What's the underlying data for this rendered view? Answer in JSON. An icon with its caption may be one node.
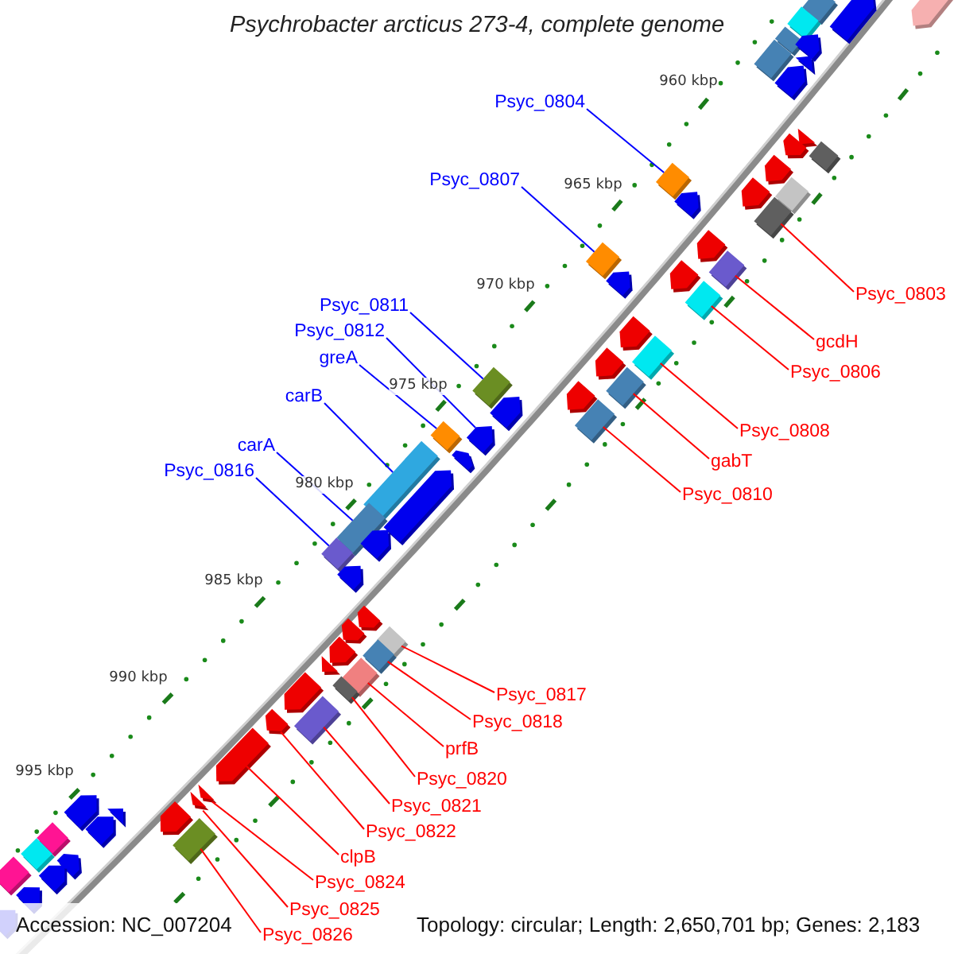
{
  "diagram": {
    "title": "Psychrobacter arcticus 273-4, complete genome",
    "nodes": [
      {
        "text": [
          "Psyc_0804"
        ]
      },
      {
        "text": [
          "Psyc_0807"
        ]
      },
      {
        "text": [
          "Psyc_0803"
        ]
      },
      {
        "text": [
          "Psyc_0811"
        ]
      },
      {
        "text": [
          "Psyc_0812"
        ]
      },
      {
        "text": [
          "gcdH"
        ]
      },
      {
        "text": [
          "greA"
        ]
      },
      {
        "text": [
          "Psyc_0806"
        ]
      },
      {
        "text": [
          "carB"
        ]
      },
      {
        "text": [
          "Psyc_0808"
        ]
      },
      {
        "text": [
          "carA"
        ]
      },
      {
        "text": [
          "gabT"
        ]
      },
      {
        "text": [
          "Psyc_0816"
        ]
      },
      {
        "text": [
          "Psyc_0810"
        ]
      },
      {
        "text": [
          "Psyc_0817"
        ]
      },
      {
        "text": [
          "Psyc_0818"
        ]
      },
      {
        "text": [
          "prfB"
        ]
      },
      {
        "text": [
          "Psyc_0820"
        ]
      },
      {
        "text": [
          "Psyc_0821"
        ]
      },
      {
        "text": [
          "Psyc_0822"
        ]
      },
      {
        "text": [
          "clpB"
        ]
      },
      {
        "text": [
          "Psyc_0824"
        ]
      },
      {
        "text": [
          "Psyc_0825"
        ]
      },
      {
        "text": [
          "Psyc_0826"
        ]
      },
      {
        "text": [],
        "shape": "box"
      },
      {
        "text": [],
        "shape": "box"
      },
      {
        "text": [],
        "shape": "box"
      },
      {
        "text": [],
        "shape": "box"
      },
      {
        "text": [],
        "shape": "pentagon"
      },
      {
        "text": [],
        "shape": "box"
      },
      {
        "text": [],
        "shape": "box"
      },
      {
        "text": [],
        "shape": "box"
      },
      {
        "text": [],
        "shape": "box"
      },
      {
        "text": [],
        "shape": "box"
      },
      {
        "text": [],
        "shape": "box"
      },
      {
        "text": [],
        "shape": "box"
      },
      {
        "text": [],
        "shape": "box"
      },
      {
        "text": [],
        "shape": "box"
      },
      {
        "text": [],
        "shape": "box"
      },
      {
        "text": [],
        "shape": "box"
      },
      {
        "text": [],
        "shape": "box"
      },
      {
        "text": [],
        "shape": "box"
      },
      {
        "text": [],
        "shape": "box"
      },
      {
        "text": [],
        "shape": "pentagon"
      },
      {
        "text": [],
        "shape": "pentagon"
      },
      {
        "text": [],
        "shape": "triangle"
      },
      {
        "text": [],
        "shape": "triangle"
      },
      {
        "text": [],
        "shape": "box"
      },
      {
        "text": [],
        "shape": "box"
      },
      {
        "text": [],
        "shape": "pentagon"
      },
      {
        "text": [],
        "shape": "pentagon"
      },
      {
        "text": [],
        "shape": "box"
      },
      {
        "text": [],
        "shape": "box"
      },
      {
        "text": [],
        "shape": "pentagon"
      },
      {
        "text": [],
        "shape": "box"
      },
      {
        "text": [],
        "shape": "triangle"
      },
      {
        "text": [],
        "shape": "pentagon"
      },
      {
        "text": [],
        "shape": "triangle"
      },
      {
        "text": [],
        "shape": "pentagon"
      },
      {
        "text": [],
        "shape": "box"
      },
      {
        "text": [],
        "shape": "pentagon"
      },
      {
        "text": [],
        "shape": "box"
      },
      {
        "text": [],
        "shape": "pentagon"
      },
      {
        "text": [],
        "shape": "pentagon"
      },
      {
        "text": [],
        "shape": "pentagon"
      },
      {
        "text": [],
        "shape": "pentagon"
      },
      {
        "text": [],
        "shape": "pentagon"
      },
      {
        "text": [],
        "shape": "pentagon"
      },
      {
        "text": [],
        "shape": "pentagon"
      },
      {
        "text": [],
        "shape": "pentagon"
      },
      {
        "text": [],
        "shape": "pentagon"
      },
      {
        "text": [],
        "shape": "pentagon"
      },
      {
        "text": [],
        "shape": "pentagon"
      },
      {
        "text": [],
        "shape": "pentagon"
      },
      {
        "text": [],
        "shape": "pentagon"
      },
      {
        "text": [],
        "shape": "pentagon"
      },
      {
        "text": [],
        "shape": "pentagon"
      },
      {
        "text": [],
        "shape": "pentagon"
      },
      {
        "text": [],
        "shape": "triangle"
      },
      {
        "text": [],
        "shape": "pentagon"
      },
      {
        "text": [],
        "shape": "pentagon"
      },
      {
        "text": [],
        "shape": "triangle"
      },
      {
        "text": [],
        "shape": "pentagon"
      },
      {
        "text": [],
        "shape": "pentagon"
      },
      {
        "text": [],
        "shape": "box"
      },
      {
        "text": [],
        "shape": "box"
      },
      {
        "text": [],
        "shape": "pentagon"
      },
      {
        "text": [],
        "shape": "pentagon"
      },
      {
        "text": [],
        "shape": "box"
      },
      {
        "text": [],
        "shape": "pentagon"
      },
      {
        "text": [],
        "shape": "pentagon"
      }
    ],
    "edges": [
      {
        "from": 0,
        "to": 24,
        "arrow": "none",
        "color": "#0000ff"
      },
      {
        "from": 1,
        "to": 25,
        "arrow": "none",
        "color": "#0000ff"
      },
      {
        "from": 2,
        "to": 26,
        "arrow": "none"
      },
      {
        "from": 3,
        "to": 27,
        "arrow": "none",
        "color": "#0000ff"
      },
      {
        "from": 4,
        "to": 28,
        "arrow": "none",
        "color": "#0000ff"
      },
      {
        "from": 5,
        "to": 29,
        "arrow": "none"
      },
      {
        "from": 6,
        "to": 30,
        "arrow": "none",
        "color": "#0000ff"
      },
      {
        "from": 7,
        "to": 31,
        "arrow": "none"
      },
      {
        "from": 8,
        "to": 32,
        "arrow": "none",
        "color": "#0000ff"
      },
      {
        "from": 9,
        "to": 33,
        "arrow": "none"
      },
      {
        "from": 10,
        "to": 34,
        "arrow": "none",
        "color": "#0000ff"
      },
      {
        "from": 11,
        "to": 35,
        "arrow": "none"
      },
      {
        "from": 12,
        "to": 36,
        "arrow": "none",
        "color": "#0000ff"
      },
      {
        "from": 13,
        "to": 37,
        "arrow": "none"
      },
      {
        "from": 14,
        "to": 38,
        "arrow": "none"
      },
      {
        "from": 15,
        "to": 39,
        "arrow": "none"
      },
      {
        "from": 16,
        "to": 40,
        "arrow": "none"
      },
      {
        "from": 17,
        "to": 41,
        "arrow": "none"
      },
      {
        "from": 18,
        "to": 42,
        "arrow": "none"
      },
      {
        "from": 19,
        "to": 43,
        "arrow": "none"
      },
      {
        "from": 20,
        "to": 44,
        "arrow": "none"
      },
      {
        "from": 21,
        "to": 45,
        "arrow": "none"
      },
      {
        "from": 22,
        "to": 46,
        "arrow": "none"
      },
      {
        "from": 23,
        "to": 47,
        "arrow": "none"
      }
    ],
    "labels": [
      "960 kbp",
      "965 kbp",
      "970 kbp",
      "975 kbp",
      "980 kbp",
      "985 kbp",
      "990 kbp",
      "995 kbp",
      "Accession: NC_007204",
      "Topology: circular; Length: 2,650,701 bp; Genes: 2,183"
    ]
  }
}
